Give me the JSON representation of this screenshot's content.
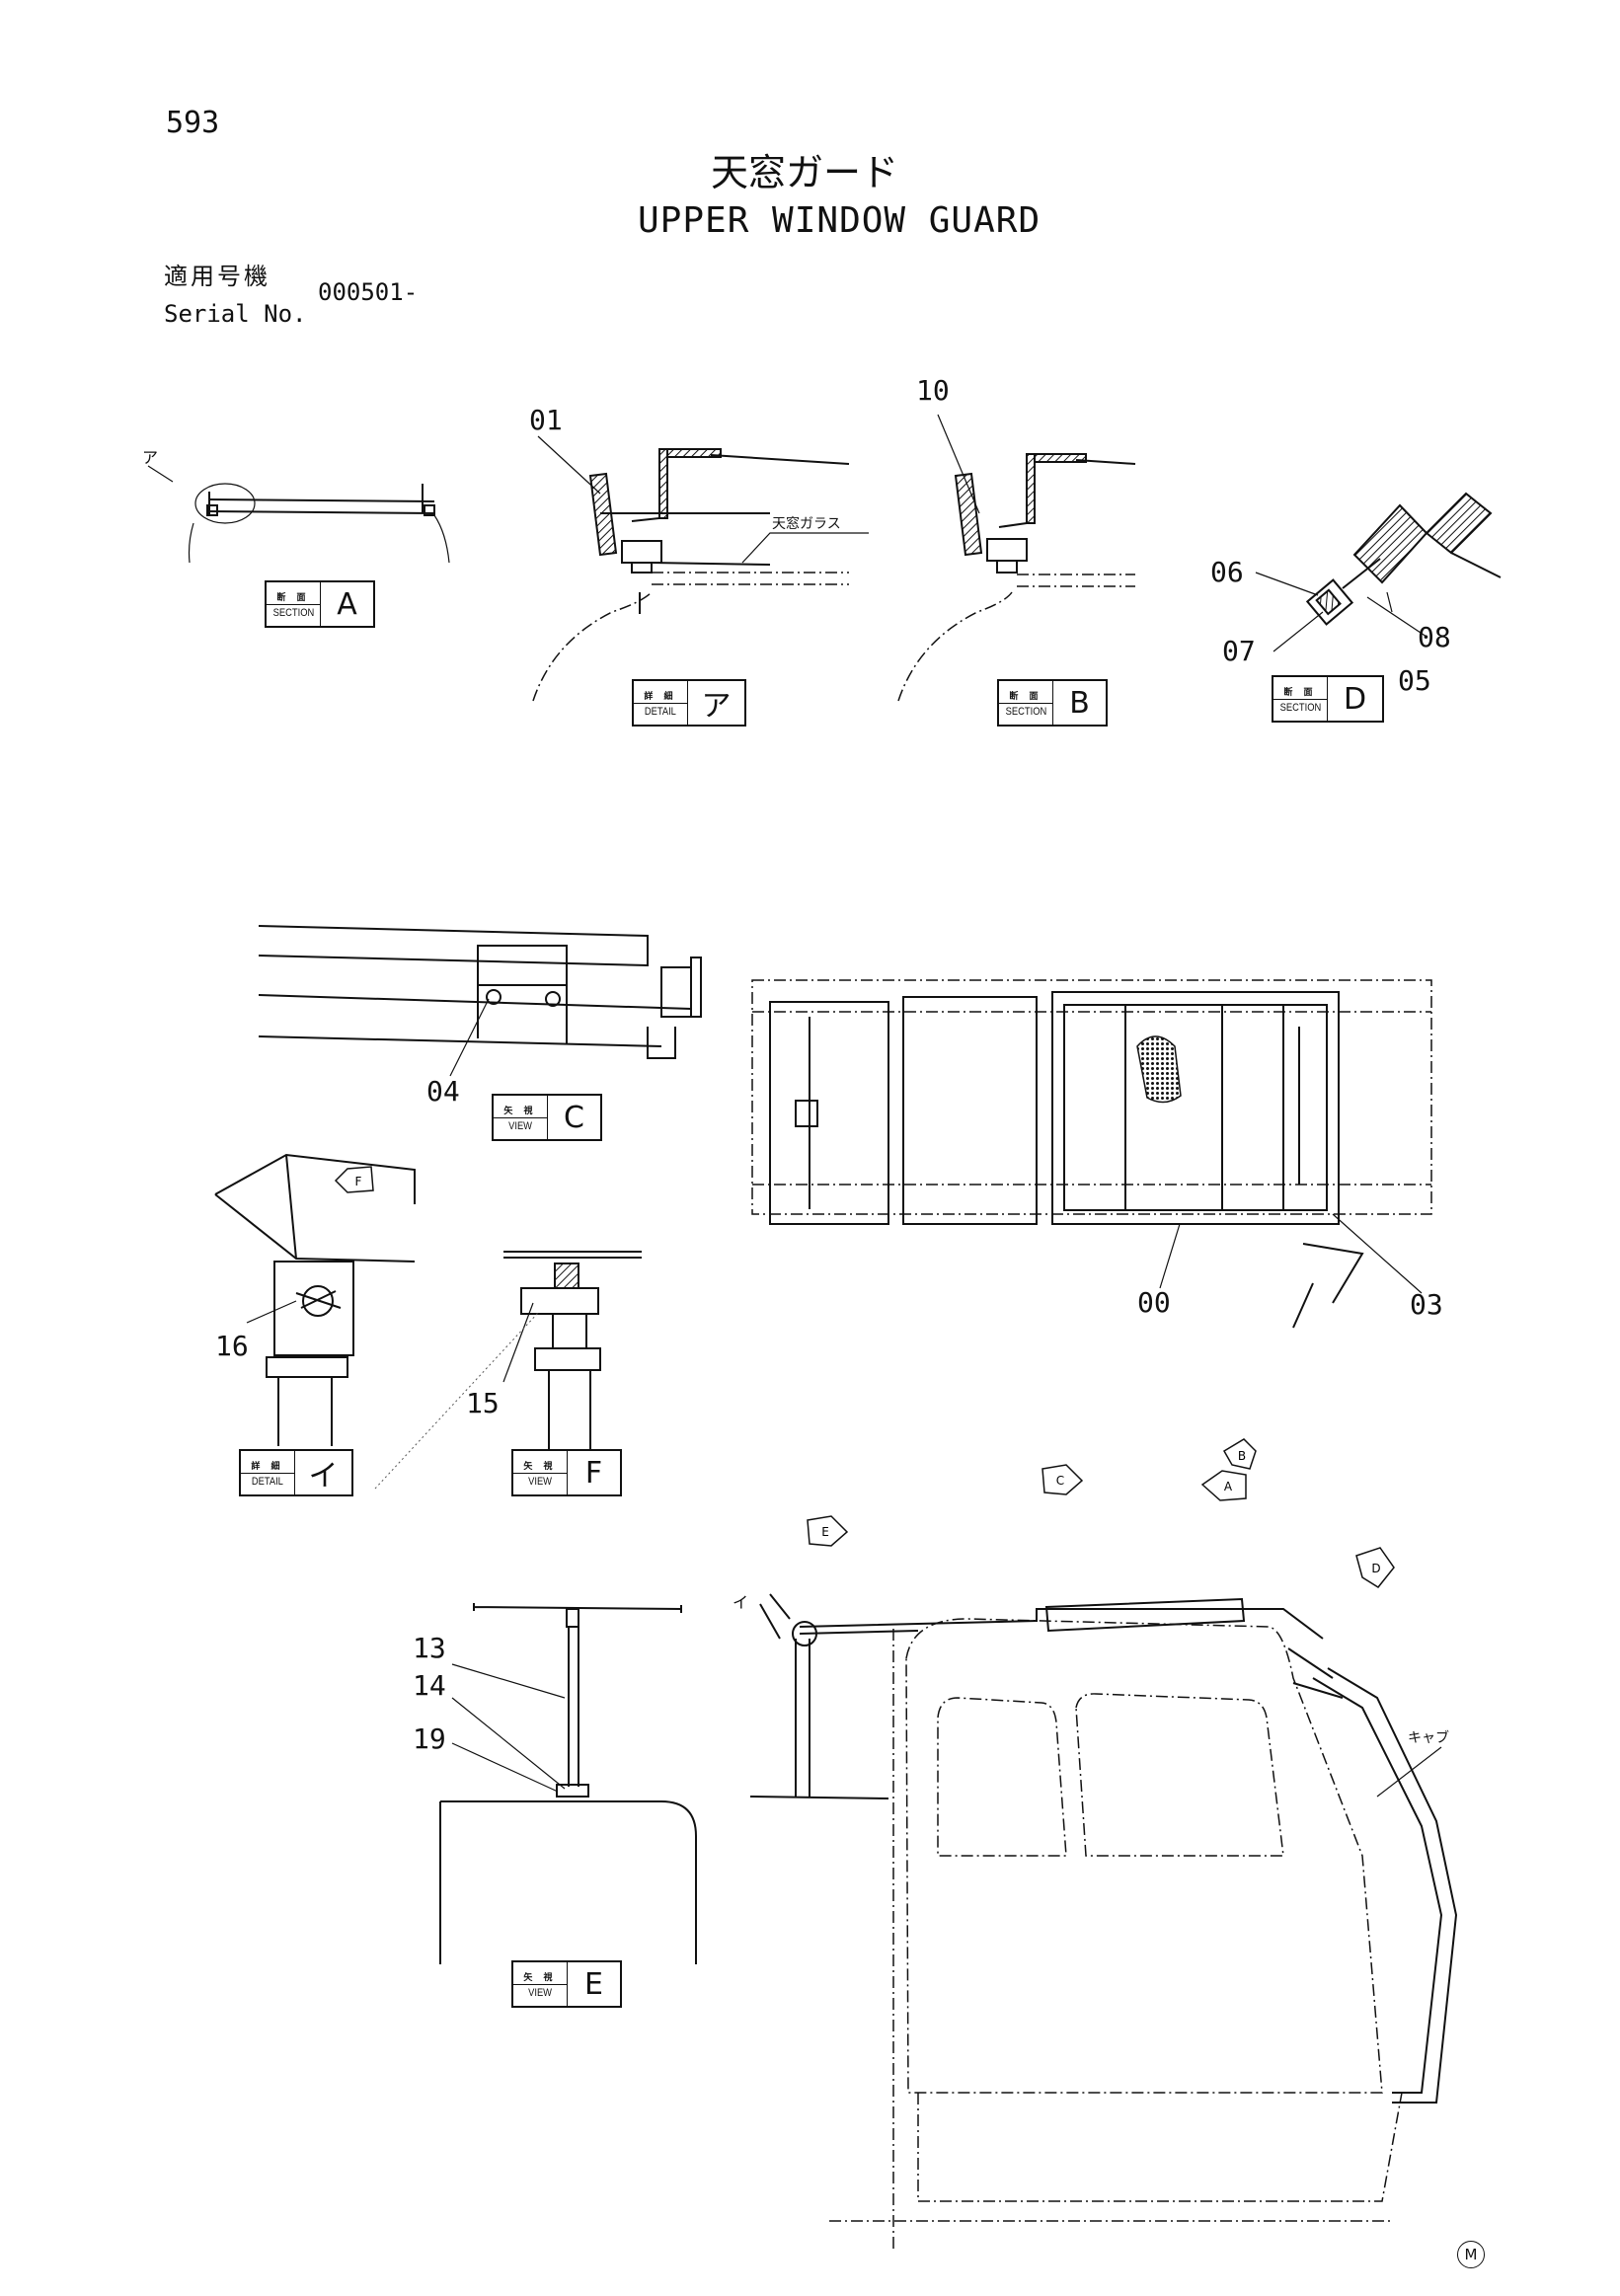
{
  "page_number": "593",
  "title_jp": "天窓ガード",
  "title_en": "UPPER WINDOW GUARD",
  "serial": {
    "label_jp": "適用号機",
    "label_en": "Serial No.",
    "value": "000501-"
  },
  "views": {
    "section_a": {
      "kind_jp": "断 面",
      "kind_en": "SECTION",
      "letter": "A"
    },
    "detail_a": {
      "kind_jp": "詳 細",
      "kind_en": "DETAIL",
      "letter": "ア"
    },
    "section_b": {
      "kind_jp": "断 面",
      "kind_en": "SECTION",
      "letter": "B"
    },
    "section_d": {
      "kind_jp": "断 面",
      "kind_en": "SECTION",
      "letter": "D"
    },
    "view_c": {
      "kind_jp": "矢 視",
      "kind_en": "VIEW",
      "letter": "C"
    },
    "detail_i": {
      "kind_jp": "詳 細",
      "kind_en": "DETAIL",
      "letter": "イ"
    },
    "view_f": {
      "kind_jp": "矢 視",
      "kind_en": "VIEW",
      "letter": "F"
    },
    "view_e": {
      "kind_jp": "矢 視",
      "kind_en": "VIEW",
      "letter": "E"
    }
  },
  "annotations": {
    "glass": "天窓ガラス",
    "cab": "キャブ",
    "pointer_a": "ア",
    "pointer_i": "イ"
  },
  "direction_markers": [
    "F",
    "B",
    "C",
    "A",
    "E",
    "D"
  ],
  "part_numbers": {
    "p01": "01",
    "p10": "10",
    "p06": "06",
    "p07": "07",
    "p08": "08",
    "p05": "05",
    "p04": "04",
    "p00": "00",
    "p03": "03",
    "p16": "16",
    "p15": "15",
    "p13": "13",
    "p14": "14",
    "p19": "19"
  },
  "footer_mark": "M"
}
